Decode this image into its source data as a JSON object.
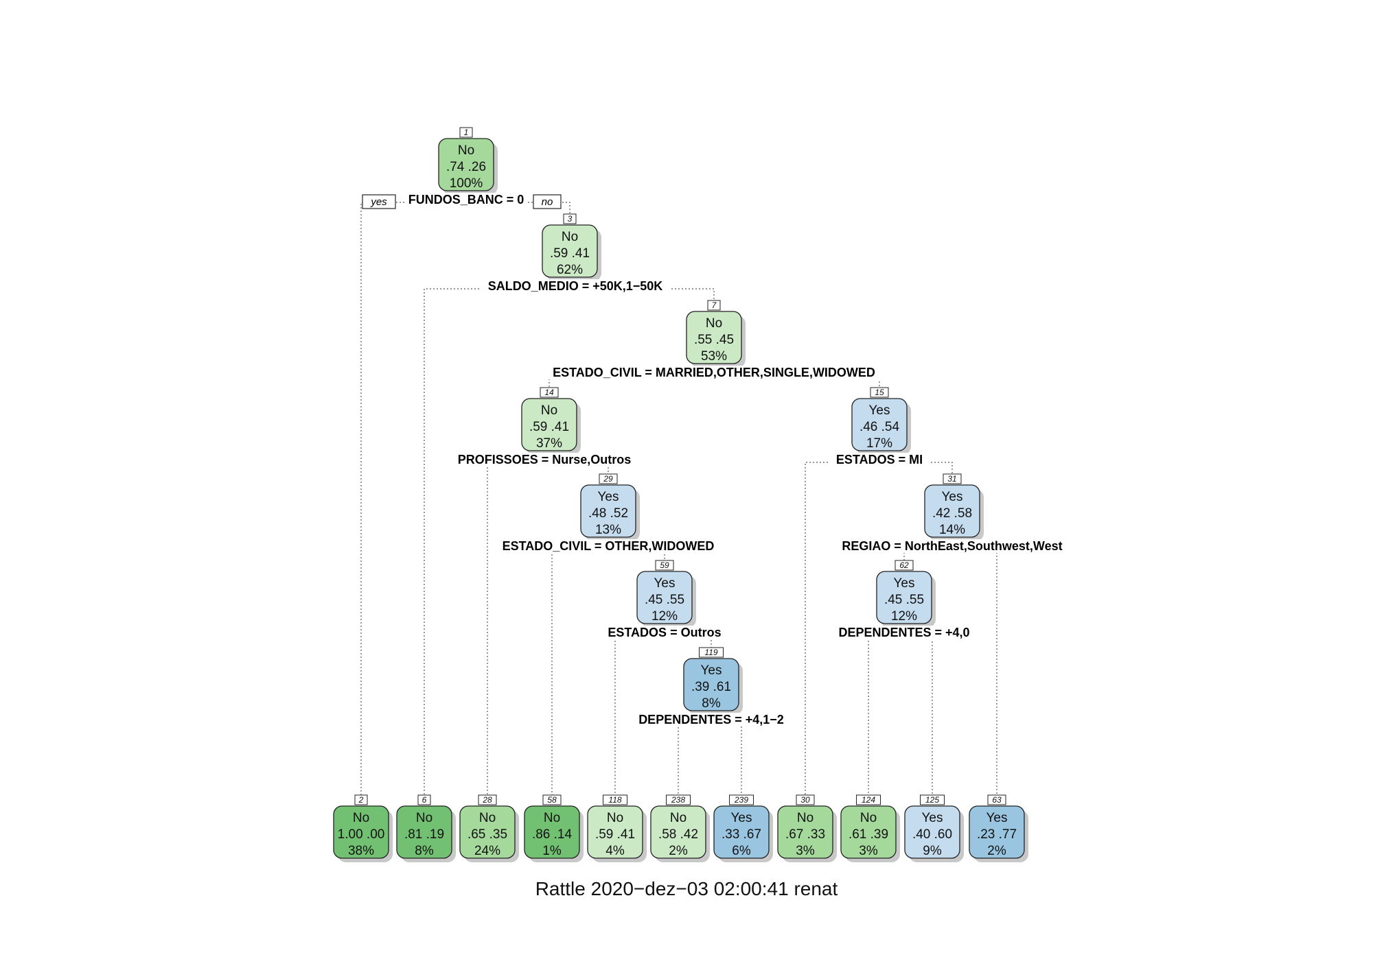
{
  "footer": "Rattle 2020−dez−03 02:00:41 renat",
  "edge_labels": {
    "yes": "yes",
    "no": "no"
  },
  "colors": {
    "no_dark": "#72c172",
    "no_mid": "#a5d99c",
    "no_light": "#cbe9c4",
    "yes_light": "#c5dcef",
    "yes_mid": "#99c5e0",
    "shadow": "#c8c8c8",
    "border": "#222222"
  },
  "nodes": [
    {
      "id": "1",
      "cls": "No",
      "p1": ".74",
      "p2": ".26",
      "pct": "100%",
      "fill": "no_mid"
    },
    {
      "id": "3",
      "cls": "No",
      "p1": ".59",
      "p2": ".41",
      "pct": "62%",
      "fill": "no_light"
    },
    {
      "id": "7",
      "cls": "No",
      "p1": ".55",
      "p2": ".45",
      "pct": "53%",
      "fill": "no_light"
    },
    {
      "id": "14",
      "cls": "No",
      "p1": ".59",
      "p2": ".41",
      "pct": "37%",
      "fill": "no_light"
    },
    {
      "id": "15",
      "cls": "Yes",
      "p1": ".46",
      "p2": ".54",
      "pct": "17%",
      "fill": "yes_light"
    },
    {
      "id": "29",
      "cls": "Yes",
      "p1": ".48",
      "p2": ".52",
      "pct": "13%",
      "fill": "yes_light"
    },
    {
      "id": "31",
      "cls": "Yes",
      "p1": ".42",
      "p2": ".58",
      "pct": "14%",
      "fill": "yes_light"
    },
    {
      "id": "59",
      "cls": "Yes",
      "p1": ".45",
      "p2": ".55",
      "pct": "12%",
      "fill": "yes_light"
    },
    {
      "id": "62",
      "cls": "Yes",
      "p1": ".45",
      "p2": ".55",
      "pct": "12%",
      "fill": "yes_light"
    },
    {
      "id": "119",
      "cls": "Yes",
      "p1": ".39",
      "p2": ".61",
      "pct": "8%",
      "fill": "yes_mid"
    },
    {
      "id": "2",
      "cls": "No",
      "p1": "1.00",
      "p2": ".00",
      "pct": "38%",
      "fill": "no_dark"
    },
    {
      "id": "6",
      "cls": "No",
      "p1": ".81",
      "p2": ".19",
      "pct": "8%",
      "fill": "no_dark"
    },
    {
      "id": "28",
      "cls": "No",
      "p1": ".65",
      "p2": ".35",
      "pct": "24%",
      "fill": "no_mid"
    },
    {
      "id": "58",
      "cls": "No",
      "p1": ".86",
      "p2": ".14",
      "pct": "1%",
      "fill": "no_dark"
    },
    {
      "id": "118",
      "cls": "No",
      "p1": ".59",
      "p2": ".41",
      "pct": "4%",
      "fill": "no_light"
    },
    {
      "id": "238",
      "cls": "No",
      "p1": ".58",
      "p2": ".42",
      "pct": "2%",
      "fill": "no_light"
    },
    {
      "id": "239",
      "cls": "Yes",
      "p1": ".33",
      "p2": ".67",
      "pct": "6%",
      "fill": "yes_mid"
    },
    {
      "id": "30",
      "cls": "No",
      "p1": ".67",
      "p2": ".33",
      "pct": "3%",
      "fill": "no_mid"
    },
    {
      "id": "124",
      "cls": "No",
      "p1": ".61",
      "p2": ".39",
      "pct": "3%",
      "fill": "no_mid"
    },
    {
      "id": "125",
      "cls": "Yes",
      "p1": ".40",
      "p2": ".60",
      "pct": "9%",
      "fill": "yes_light"
    },
    {
      "id": "63",
      "cls": "Yes",
      "p1": ".23",
      "p2": ".77",
      "pct": "2%",
      "fill": "yes_mid"
    }
  ],
  "splits": [
    {
      "node": "1",
      "text": "FUNDOS_BANC = 0"
    },
    {
      "node": "3",
      "text": "SALDO_MEDIO = +50K,1−50K"
    },
    {
      "node": "7",
      "text": "ESTADO_CIVIL = MARRIED,OTHER,SINGLE,WIDOWED"
    },
    {
      "node": "14",
      "text": "PROFISSOES = Nurse,Outros"
    },
    {
      "node": "15",
      "text": "ESTADOS = MI"
    },
    {
      "node": "29",
      "text": "ESTADO_CIVIL = OTHER,WIDOWED"
    },
    {
      "node": "31",
      "text": "REGIAO = NorthEast,Southwest,West"
    },
    {
      "node": "59",
      "text": "ESTADOS = Outros"
    },
    {
      "node": "62",
      "text": "DEPENDENTES = +4,0"
    },
    {
      "node": "119",
      "text": "DEPENDENTES = +4,1−2"
    }
  ]
}
